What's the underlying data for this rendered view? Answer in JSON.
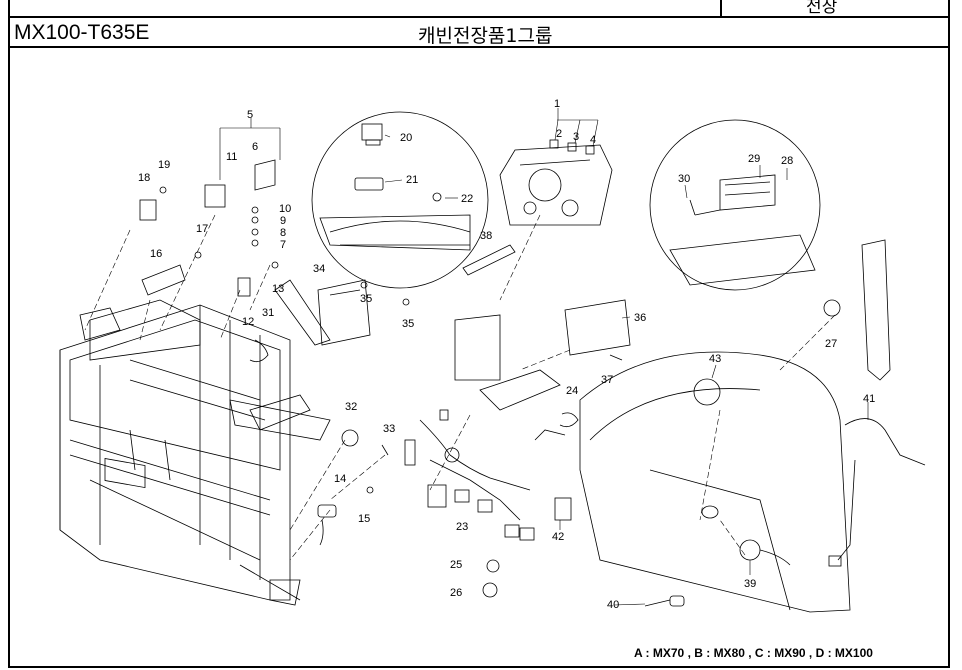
{
  "header": {
    "category": "전장",
    "model": "MX100-T635E",
    "group_title": "캐빈전장품1그룹"
  },
  "legend": "A : MX70 , B : MX80 , C : MX90 , D : MX100",
  "callouts": {
    "c1": "1",
    "c2": "2",
    "c3": "3",
    "c4": "4",
    "c5": "5",
    "c6": "6",
    "c7": "7",
    "c8": "8",
    "c9": "9",
    "c10": "10",
    "c11": "11",
    "c12": "12",
    "c13": "13",
    "c14": "14",
    "c15": "15",
    "c16": "16",
    "c17": "17",
    "c18": "18",
    "c19": "19",
    "c20": "20",
    "c21": "21",
    "c22": "22",
    "c23": "23",
    "c24": "24",
    "c25": "25",
    "c26": "26",
    "c27": "27",
    "c28": "28",
    "c29": "29",
    "c30": "30",
    "c31": "31",
    "c32": "32",
    "c33": "33",
    "c34": "34",
    "c35a": "35",
    "c35b": "35",
    "c36": "36",
    "c37": "37",
    "c38": "38",
    "c39": "39",
    "c40": "40",
    "c41": "41",
    "c42": "42",
    "c43": "43"
  }
}
